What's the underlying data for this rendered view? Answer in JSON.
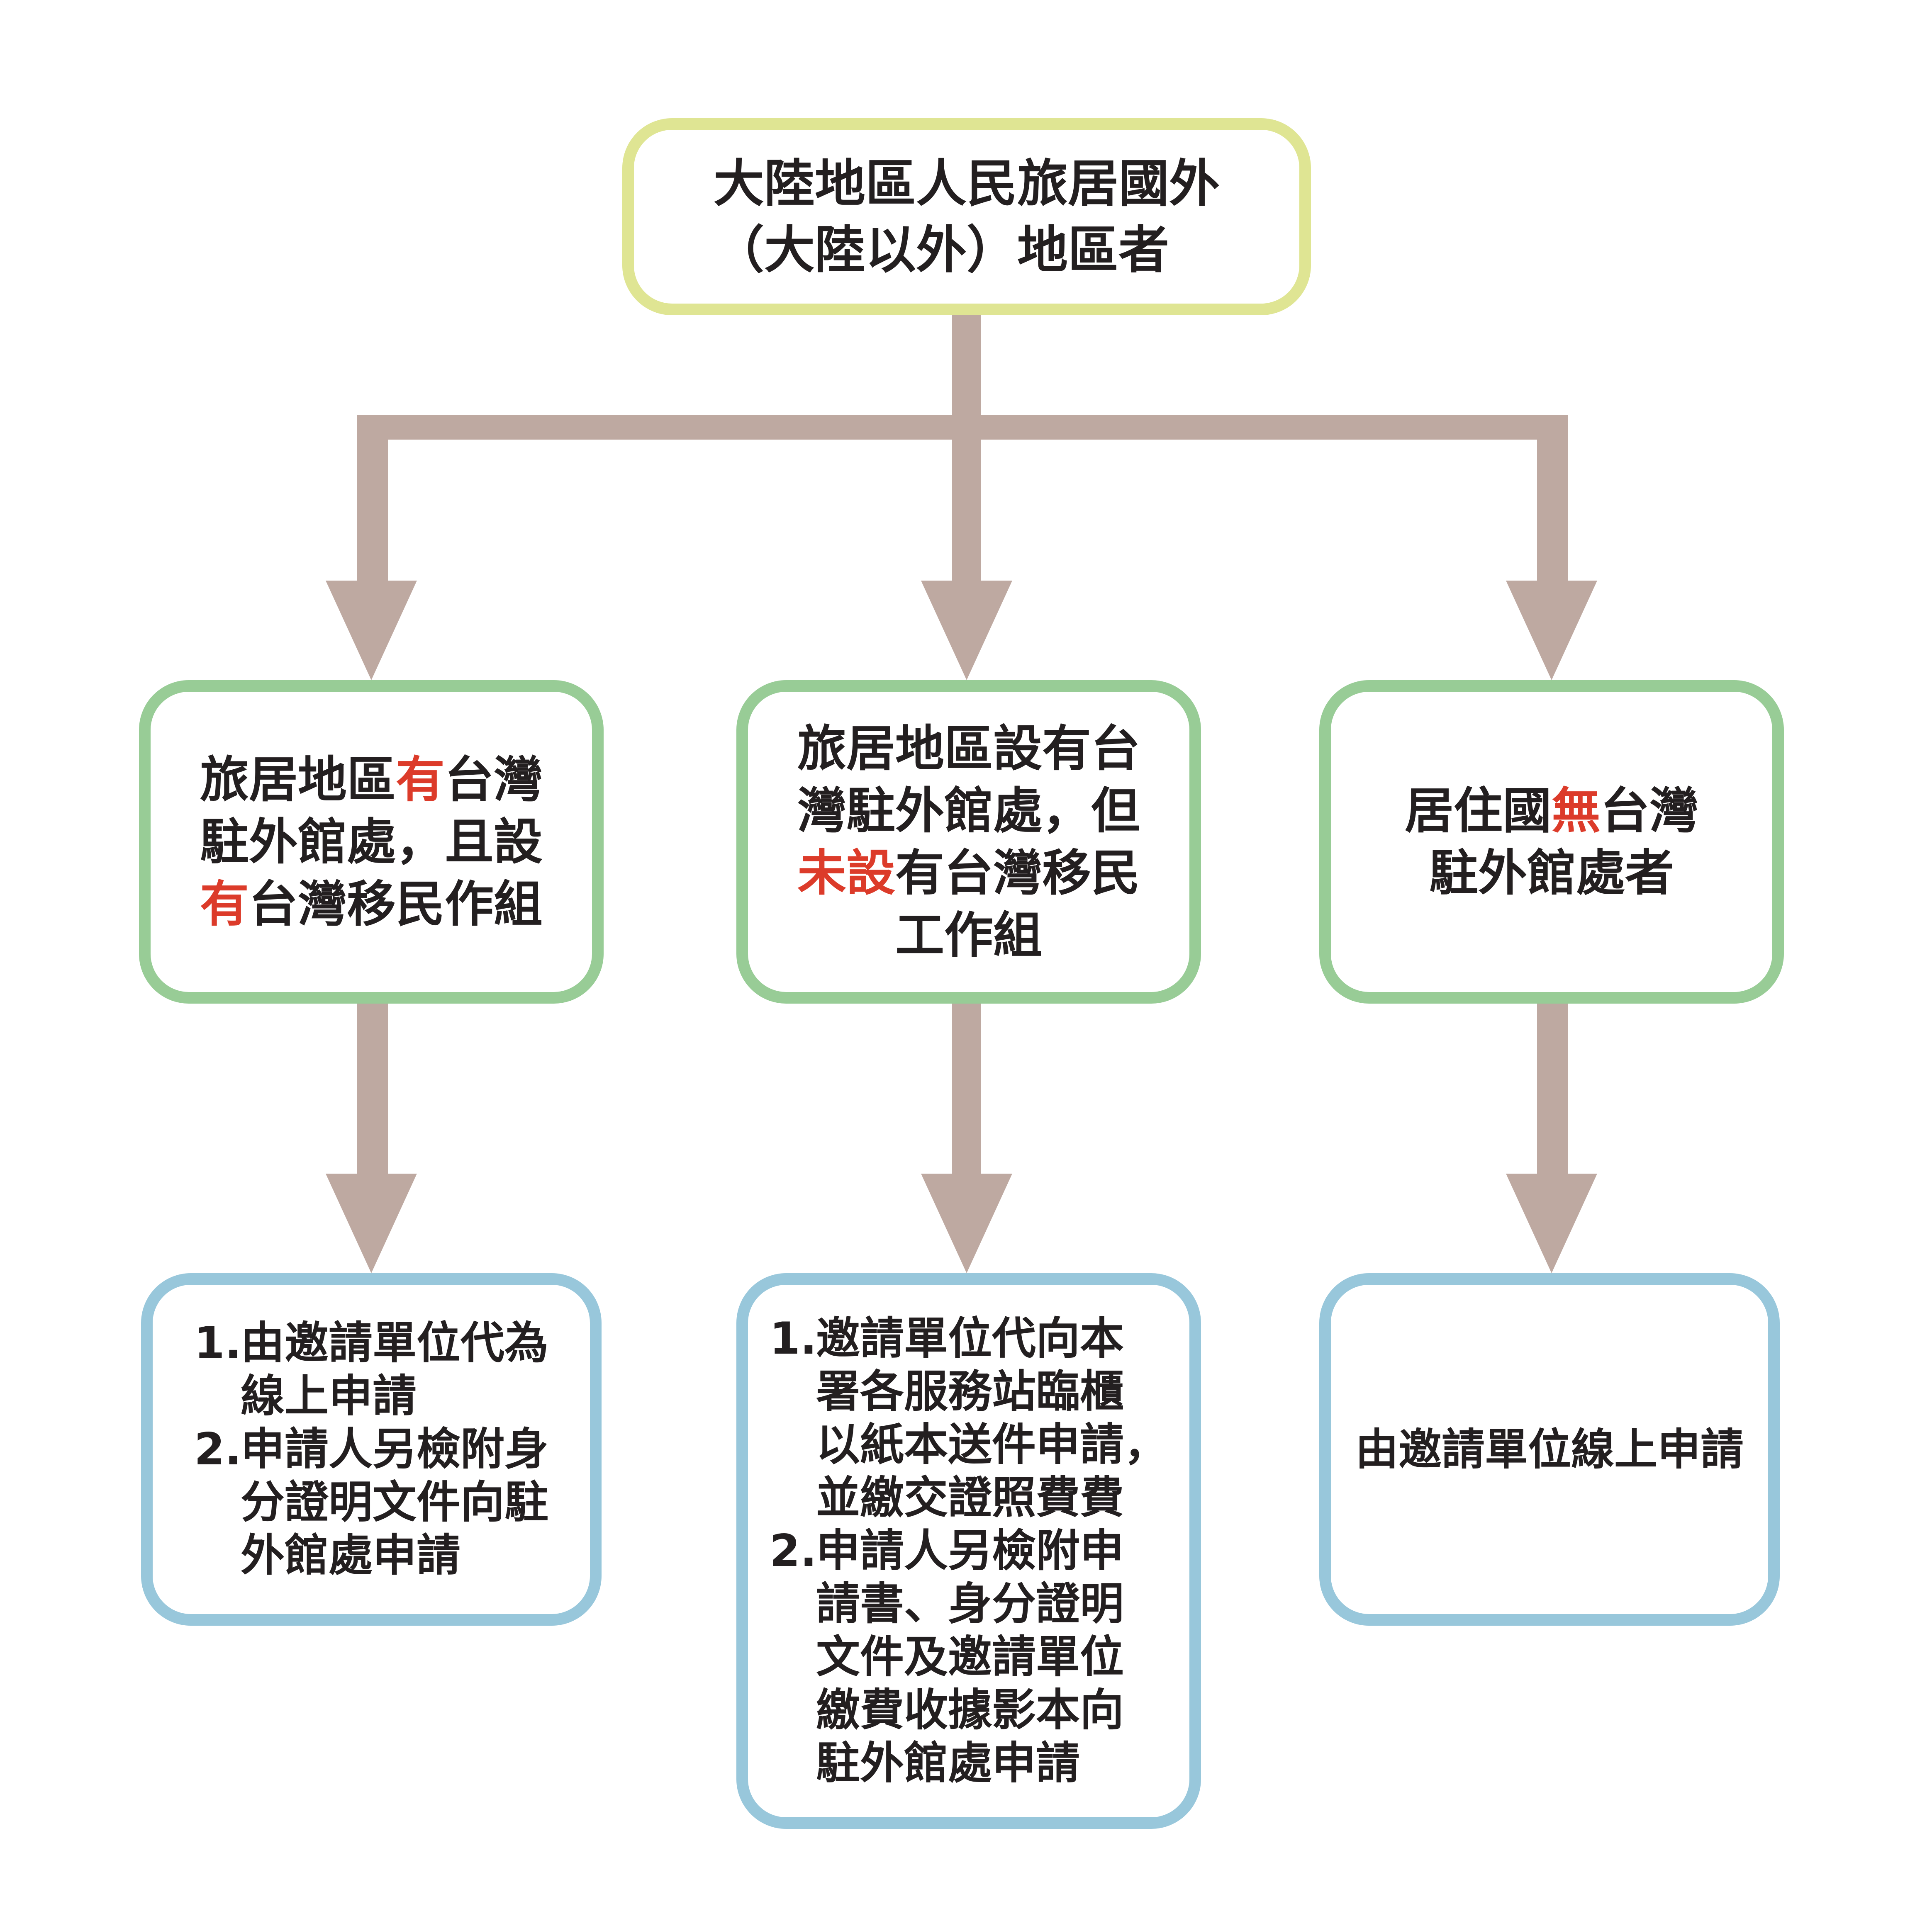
{
  "colors": {
    "connector": "#bea9a1",
    "highlight": "#dc3b2a",
    "top_border": "#dfe593",
    "mid_border": "#98cc96",
    "bottom_border": "#98c7db"
  },
  "top": {
    "line1": "大陸地區人民旅居國外",
    "line2": "（大陸以外）地區者"
  },
  "mid": {
    "left": {
      "l1a": "旅居地區",
      "l1b": "有",
      "l1c": "台灣",
      "l2": "駐外館處，且設",
      "l3a": "有",
      "l3b": "台灣移民作組"
    },
    "center": {
      "l1": "旅居地區設有台",
      "l2": "灣駐外館處，但",
      "l3a": "未設",
      "l3b": "有台灣移民",
      "l4": "工作組"
    },
    "right": {
      "l1a": "居住國",
      "l1b": "無",
      "l1c": "台灣",
      "l2": "駐外館處者"
    }
  },
  "bottom": {
    "left": [
      {
        "num": "1.",
        "lines": [
          "由邀請單位代為",
          "線上申請"
        ]
      },
      {
        "num": "2.",
        "lines": [
          "申請人另檢附身",
          "分證明文件向駐",
          "外館處申請"
        ]
      }
    ],
    "center": [
      {
        "num": "1.",
        "lines": [
          "邀請單位代向本",
          "署各服務站臨櫃",
          "以紙本送件申請，",
          "並繳交證照費費"
        ]
      },
      {
        "num": "2.",
        "lines": [
          "申請人另檢附申",
          "請書、身分證明",
          "文件及邀請單位",
          "繳費收據影本向",
          "駐外館處申請"
        ]
      }
    ],
    "right": "由邀請單位線上申請"
  }
}
